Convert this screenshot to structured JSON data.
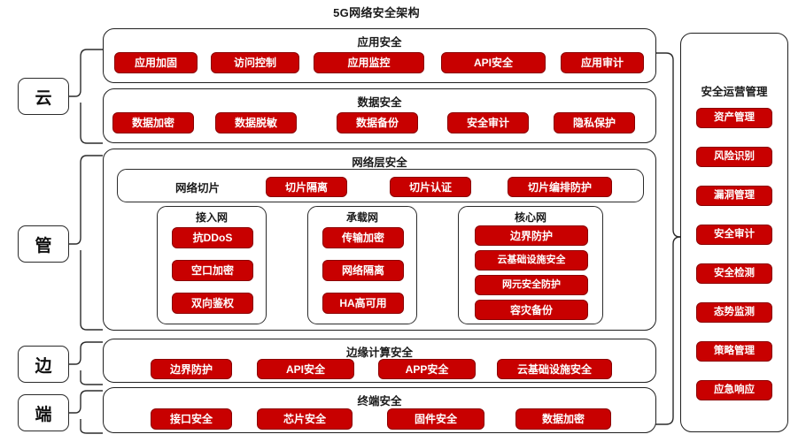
{
  "title": "5G网络安全架构",
  "pillars": [
    {
      "id": "cloud",
      "label": "云"
    },
    {
      "id": "pipe",
      "label": "管"
    },
    {
      "id": "edge",
      "label": "边"
    },
    {
      "id": "terminal",
      "label": "端"
    }
  ],
  "colors": {
    "chip_fill": "#c80000",
    "chip_border": "#8a0000",
    "chip_text": "#ffffff",
    "panel_border": "#1f1f1f",
    "background": "#ffffff",
    "text": "#1a1a1a"
  },
  "panels": {
    "application_security": {
      "title": "应用安全",
      "items": [
        "应用加固",
        "访问控制",
        "应用监控",
        "API安全",
        "应用审计"
      ]
    },
    "data_security": {
      "title": "数据安全",
      "items": [
        "数据加密",
        "数据脱敏",
        "数据备份",
        "安全审计",
        "隐私保护"
      ]
    },
    "network_layer_security": {
      "title": "网络层安全",
      "slicing": {
        "label": "网络切片",
        "items": [
          "切片隔离",
          "切片认证",
          "切片编排防护"
        ]
      },
      "columns": [
        {
          "title": "接入网",
          "items": [
            "抗DDoS",
            "空口加密",
            "双向鉴权"
          ]
        },
        {
          "title": "承载网",
          "items": [
            "传输加密",
            "网络隔离",
            "HA高可用"
          ]
        },
        {
          "title": "核心网",
          "items": [
            "边界防护",
            "云基础设施安全",
            "网元安全防护",
            "容灾备份"
          ]
        }
      ]
    },
    "edge_computing_security": {
      "title": "边缘计算安全",
      "items": [
        "边界防护",
        "API安全",
        "APP安全",
        "云基础设施安全"
      ]
    },
    "terminal_security": {
      "title": "终端安全",
      "items": [
        "接口安全",
        "芯片安全",
        "固件安全",
        "数据加密"
      ]
    },
    "security_operations": {
      "title": "安全运营管理",
      "items": [
        "资产管理",
        "风险识别",
        "漏洞管理",
        "安全审计",
        "安全检测",
        "态势监测",
        "策略管理",
        "应急响应"
      ]
    }
  }
}
